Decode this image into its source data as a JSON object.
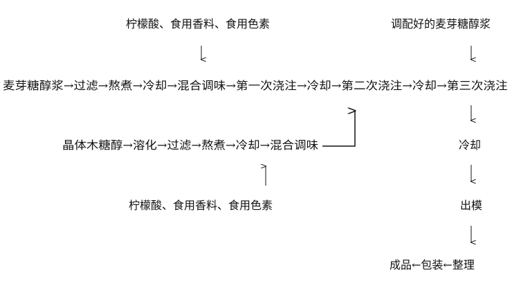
{
  "top_left_input": "柠檬酸、食用香料、食用色素",
  "top_right_input": "调配好的麦芽糖醇浆",
  "main_line": "麦芽糖醇浆→过滤→熬煮→冷却→混合调味→第一次浇注→冷却→第二次浇注→冷却→第三次浇注",
  "second_line": "晶体木糖醇→溶化→过滤→熬煮→冷却→混合调味",
  "bottom_input": "柠檬酸、食用香料、食用色素",
  "step_cool": "冷却",
  "step_demold": "出模",
  "final_line": "成品←包装←整理"
}
